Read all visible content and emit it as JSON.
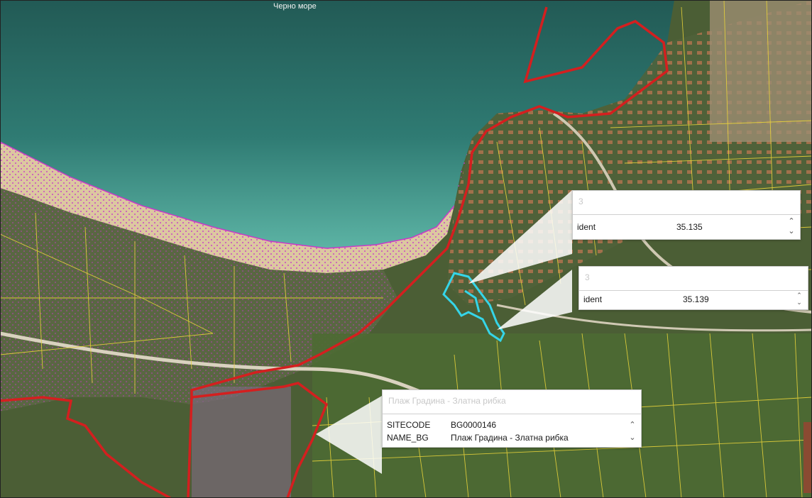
{
  "map": {
    "top_label": "Черно море",
    "colors": {
      "sea_deep": "#1f4f4c",
      "sea_shallow": "#4aa9a0",
      "beach": "#e8d9b0",
      "vegetation": "#3f5a2e",
      "protected_zone_border": "#d41f1f",
      "parcel_lines": "#e8d33a",
      "beach_dots": "#c83ac8",
      "selected_parcel": "#35d5e8"
    }
  },
  "popups": [
    {
      "title": "3",
      "rows": [
        {
          "key": "ident",
          "value": "35.135"
        }
      ]
    },
    {
      "title": "3",
      "rows": [
        {
          "key": "ident",
          "value": "35.139"
        }
      ]
    },
    {
      "title": "Плаж Градина - Златна рибка",
      "rows": [
        {
          "key": "SITECODE",
          "value": "BG0000146"
        },
        {
          "key": "NAME_BG",
          "value": "Плаж Градина - Златна рибка"
        }
      ]
    }
  ]
}
